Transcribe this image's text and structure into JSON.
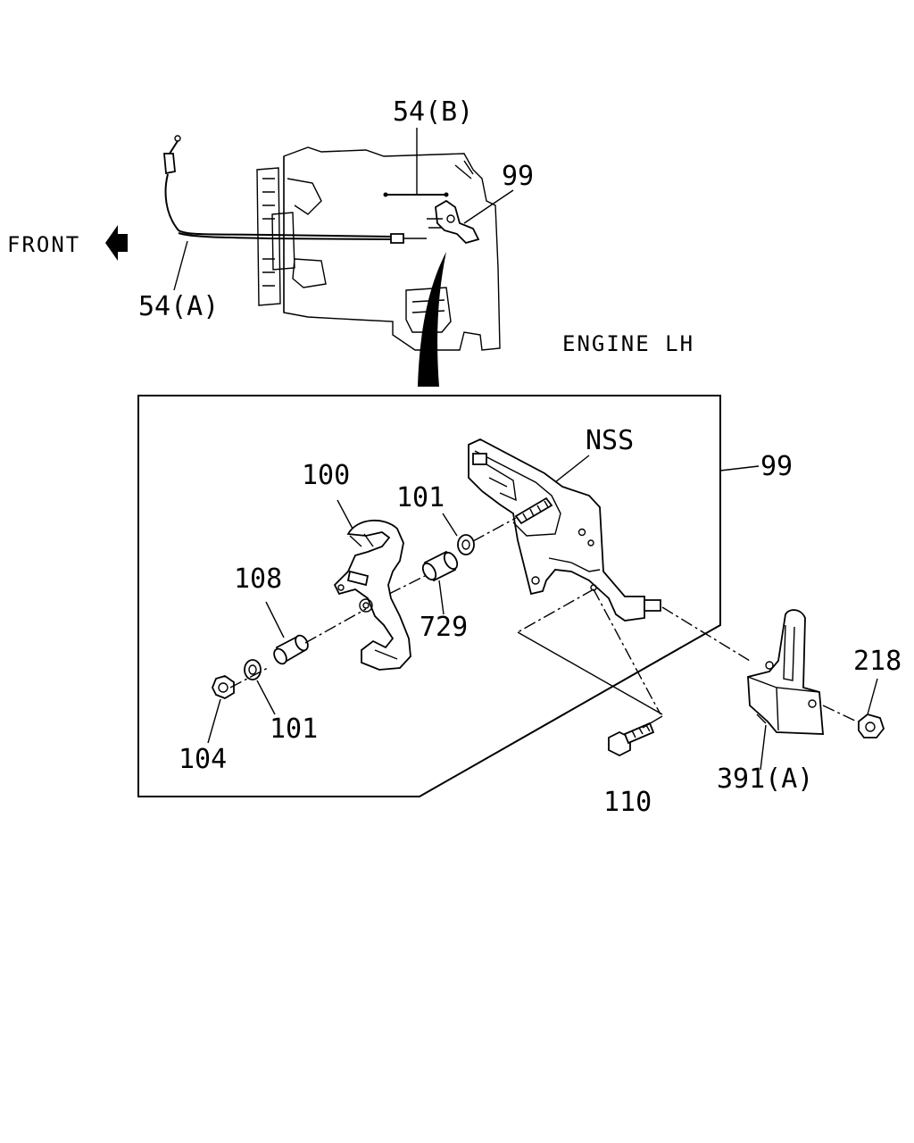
{
  "labels": {
    "part_54b": "54(B)",
    "part_99_top": "99",
    "front": "FRONT",
    "part_54a": "54(A)",
    "engine_lh": "ENGINE LH",
    "nss": "NSS",
    "part_99_box": "99",
    "part_100": "100",
    "part_101_upper": "101",
    "part_108": "108",
    "part_729": "729",
    "part_218": "218",
    "part_101_lower": "101",
    "part_104": "104",
    "part_110": "110",
    "part_391a": "391(A)"
  },
  "icons": {
    "front_arrow": "left-arrow-icon"
  }
}
